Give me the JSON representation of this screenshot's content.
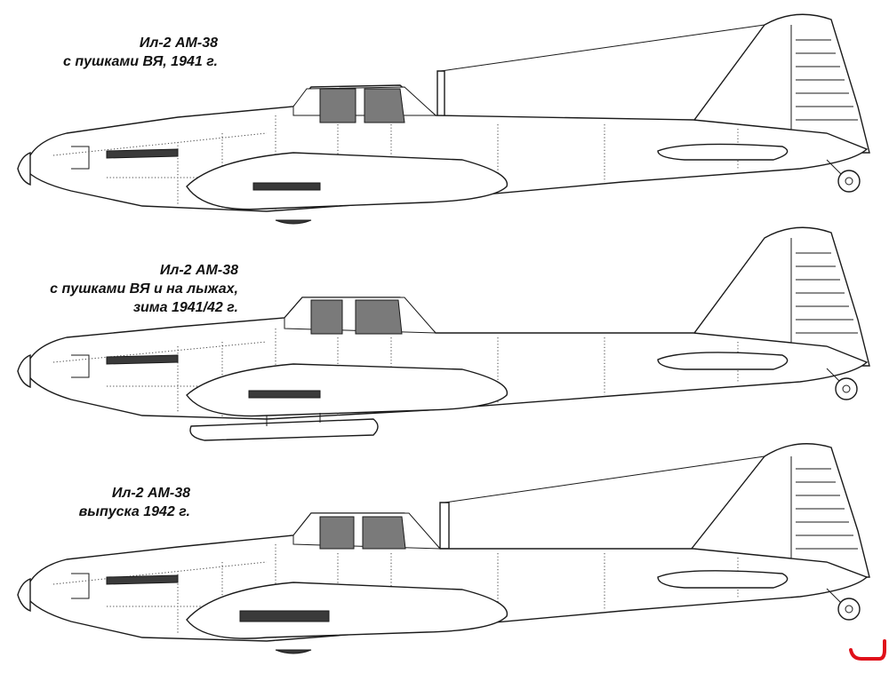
{
  "variants": [
    {
      "caption_line1": "Ил-2 АМ-38",
      "caption_line2": "с пушками ВЯ, 1941 г.",
      "caption_line3": ""
    },
    {
      "caption_line1": "Ил-2 АМ-38",
      "caption_line2": "с пушками ВЯ   и на лыжах,",
      "caption_line3": "зима 1941/42 г."
    },
    {
      "caption_line1": "Ил-2 АМ-38",
      "caption_line2": "выпуска 1942 г.",
      "caption_line3": ""
    }
  ],
  "colors": {
    "ink": "#1a1a1a",
    "canopy_shading": "#7a7a7a",
    "corner_mark": "#e0101a"
  }
}
